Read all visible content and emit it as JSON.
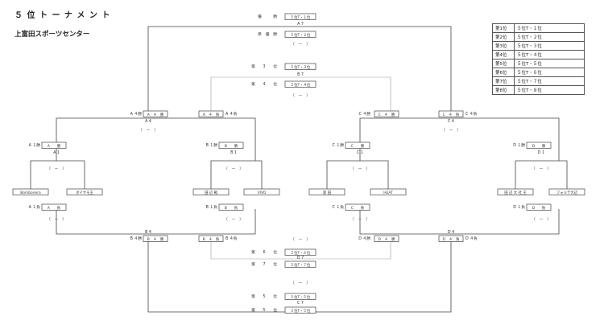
{
  "header": {
    "title": "５ 位 ト ー ナ メ ン ト",
    "venue": "上富田スポーツセンター"
  },
  "ranking": [
    {
      "label": "第1位",
      "value": "５位T・１位"
    },
    {
      "label": "第2位",
      "value": "５位T・２位"
    },
    {
      "label": "第3位",
      "value": "５位T・３位"
    },
    {
      "label": "第4位",
      "value": "５位T・４位"
    },
    {
      "label": "第5位",
      "value": "５位T・５位"
    },
    {
      "label": "第6位",
      "value": "５位T・６位"
    },
    {
      "label": "第7位",
      "value": "５位T・７位"
    },
    {
      "label": "第8位",
      "value": "５位T・８位"
    }
  ],
  "teams": [
    "Bombonera",
    "ダイヤモ王",
    "田 辺 戦",
    "VIVO",
    "富 田",
    "HEAT",
    "田 辺 大 社 王",
    "フォルテ大辺"
  ],
  "final": {
    "win_lab": "優　　　勝",
    "win_val": "５位T・１位",
    "run_lab": "準　優　勝",
    "run_val": "５位T・２位",
    "match": "A 7",
    "score": "（　ー　）"
  },
  "third": {
    "a_lab": "第　　3　　位",
    "a_val": "５位T・３位",
    "b_lab": "第　　4　　位",
    "b_val": "５位T・４位",
    "match": "B 7",
    "score": "（　ー　）"
  },
  "sixth": {
    "a_lab": "第　　6　　位",
    "a_val": "５位T・６位",
    "b_lab": "第　　7　　位",
    "b_val": "５位T・７位",
    "match": "D 7",
    "score": "（　ー　）"
  },
  "fifth": {
    "a_lab": "第　　5　　位",
    "a_val": "５位T・５位",
    "b_lab": "第　　5　　位",
    "b_val": "５位T・５位",
    "match": "C 7",
    "score": "（　ー　）"
  },
  "r1": [
    {
      "match": "A 1",
      "win": "A １勝",
      "lose": "A １負",
      "wbox": "A　　勝",
      "lbox": "A　　負",
      "score": "（　ー　）"
    },
    {
      "match": "B 1",
      "win": "B １勝",
      "lose": "B １負",
      "wbox": "B　　勝",
      "lbox": "B　　負",
      "score": "（　ー　）"
    },
    {
      "match": "C 1",
      "win": "C １勝",
      "lose": "C １負",
      "wbox": "C　　勝",
      "lbox": "C　　負",
      "score": "（　ー　）"
    },
    {
      "match": "D 1",
      "win": "D １勝",
      "lose": "D １負",
      "wbox": "D　　勝",
      "lbox": "D　　負",
      "score": "（　ー　）"
    }
  ],
  "semis": {
    "a4": {
      "match": "A 4",
      "win": "A ４勝",
      "lose": "A ４負",
      "wbox": "A　４　勝",
      "lbox": "A　４　負",
      "score": "（　ー　）"
    },
    "c4": {
      "match": "C 4",
      "win": "C ４勝",
      "lose": "C ４負",
      "wbox": "C　４　勝",
      "lbox": "C　４　負",
      "score": "（　ー　）"
    },
    "b4": {
      "match": "B 4",
      "win": "B ４勝",
      "lose": "B ４負",
      "wbox": "B　４　勝",
      "lbox": "B　４　負",
      "score": "（　ー　）"
    },
    "d4": {
      "match": "D 4",
      "win": "D ４勝",
      "lose": "D ４負",
      "wbox": "D　４　勝",
      "lbox": "D　４　負",
      "score": "（　ー　）"
    }
  }
}
